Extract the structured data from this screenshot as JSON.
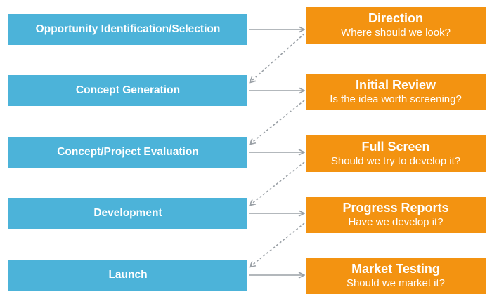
{
  "stages": [
    {
      "label": "Opportunity Identification/Selection"
    },
    {
      "label": "Concept Generation"
    },
    {
      "label": "Concept/Project Evaluation"
    },
    {
      "label": "Development"
    },
    {
      "label": "Launch"
    }
  ],
  "gates": [
    {
      "title": "Direction",
      "question": "Where should we look?"
    },
    {
      "title": "Initial Review",
      "question": "Is the idea worth screening?"
    },
    {
      "title": "Full Screen",
      "question": "Should we try to develop it?"
    },
    {
      "title": "Progress Reports",
      "question": "Have we develop it?"
    },
    {
      "title": "Market Testing",
      "question": "Should we market it?"
    }
  ],
  "colors": {
    "stage": "#4cb3d9",
    "gate": "#f39311",
    "arrow": "#9aa0a6",
    "text": "#ffffff"
  }
}
